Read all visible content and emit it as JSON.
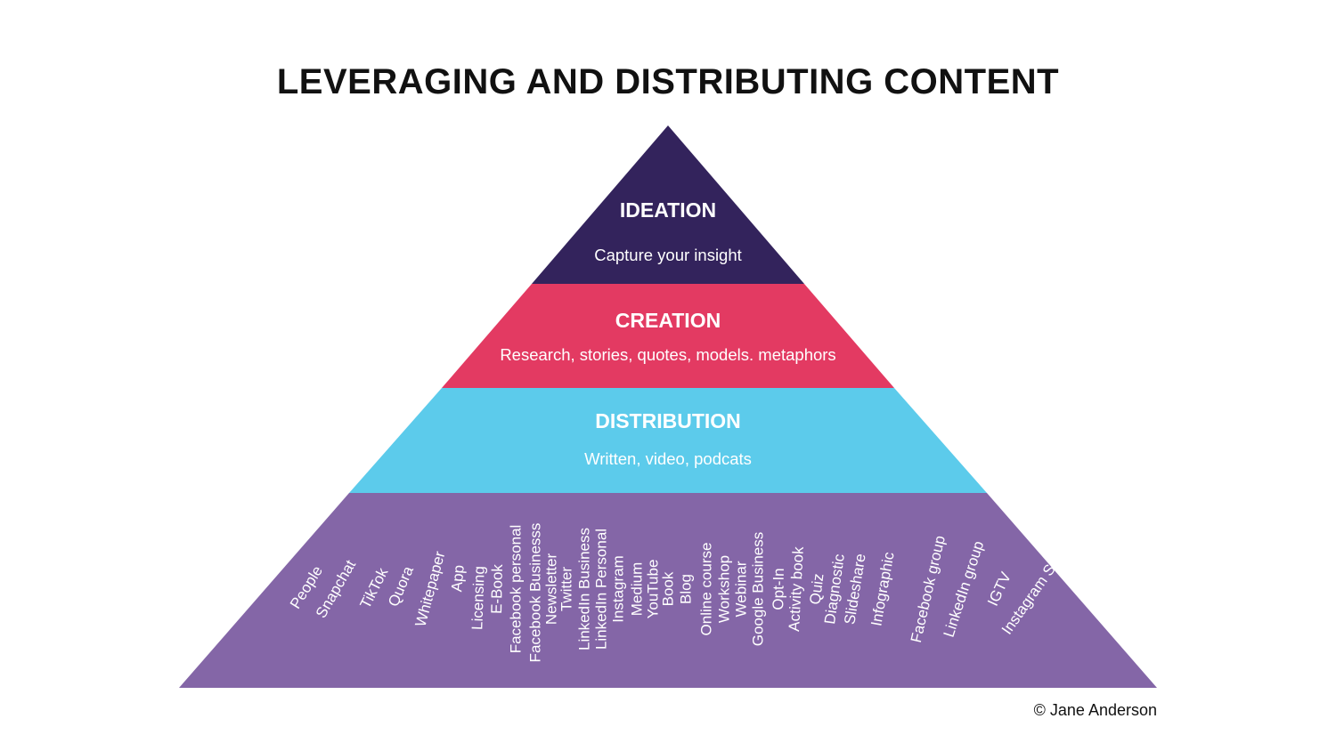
{
  "title": "LEVERAGING AND DISTRIBUTING CONTENT",
  "tiers": [
    {
      "name": "IDEATION",
      "subtitle": "Capture your insight",
      "color": "#33235c"
    },
    {
      "name": "CREATION",
      "subtitle": "Research, stories, quotes, models. metaphors",
      "color": "#e33a62"
    },
    {
      "name": "DISTRIBUTION",
      "subtitle": "Written, video, podcats",
      "color": "#5ccbeb"
    },
    {
      "name": "",
      "subtitle": "",
      "color": "#8466a7"
    }
  ],
  "channels": [
    "People",
    "Snapchat",
    "TikTok",
    "Quora",
    "Whitepaper",
    "App",
    "Licensing",
    "E-Book",
    "Facebook personal",
    "Facebook  Businesss",
    "Newsletter",
    "Twitter",
    "LinkedIn Business",
    "LinkedIn Personal",
    "Instagram",
    "Medium",
    "YouTube",
    "Book",
    "Blog",
    "Online course",
    "Workshop",
    "Webinar",
    "Google Business",
    "Opt-In",
    "Activity book",
    "Quiz",
    "Diagnostic",
    "Slideshare",
    "Infographic",
    "Facebook group",
    "LinkedIn group",
    "IGTV",
    "Instagram Story"
  ],
  "copyright": "© Jane Anderson"
}
